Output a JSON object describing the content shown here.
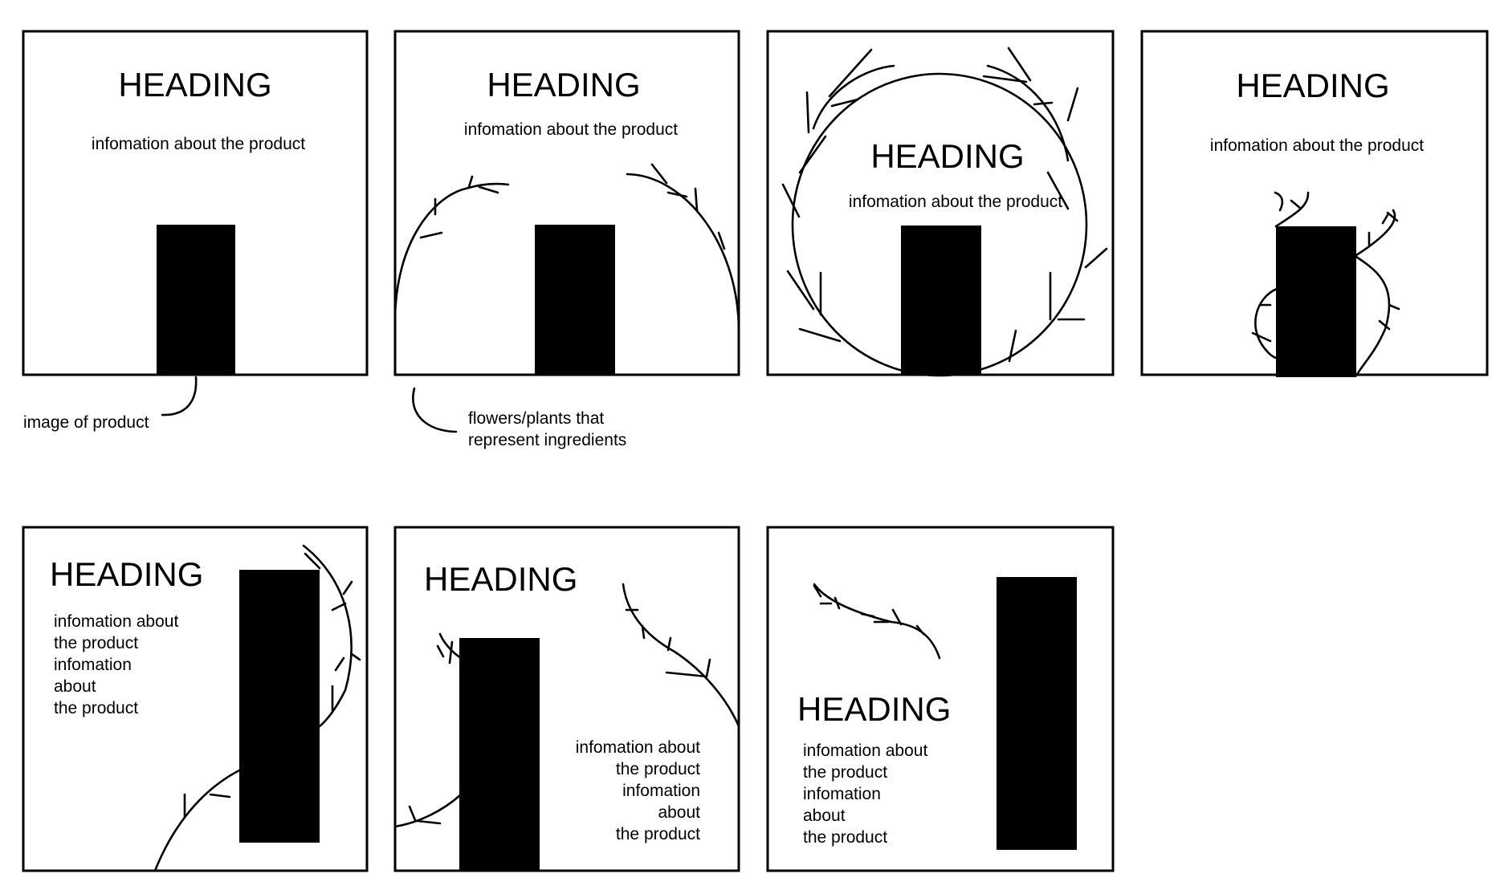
{
  "heading": "HEADING",
  "info_single": "infomation about the product",
  "info_lines": [
    "infomation about",
    "the product",
    "infomation",
    "about",
    "the product"
  ],
  "callouts": {
    "image_of_product": "image of product",
    "flowers_line1": "flowers/plants that",
    "flowers_line2": "represent ingredients"
  },
  "colors": {
    "ink": "#000000",
    "paper": "#ffffff"
  }
}
